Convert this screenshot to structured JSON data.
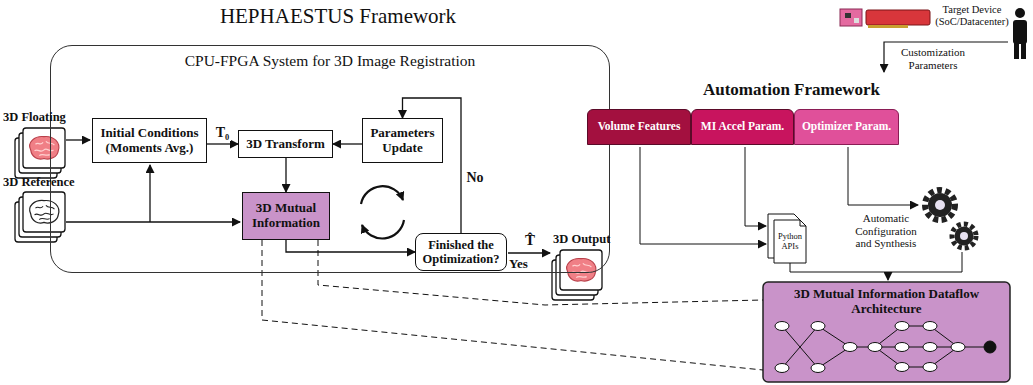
{
  "diagram": {
    "title": "HEPHAESTUS Framework",
    "nodes": [
      {
        "text": [
          "CPU-FPGA System for 3D Image Registration"
        ]
      },
      {
        "text": [
          "Initial Conditions (Moments Avg.)"
        ],
        "in": 0
      },
      {
        "text": [
          "3D Transform"
        ],
        "in": 0
      },
      {
        "text": [
          "Parameters Update"
        ],
        "in": 0
      },
      {
        "text": [
          "3D Mutual Information"
        ],
        "in": 0
      },
      {
        "text": [
          "Finished the Optimization?"
        ],
        "in": 0
      },
      {
        "text": [
          "Automation Framework"
        ]
      },
      {
        "text": [
          "Volume Features"
        ],
        "in": 6
      },
      {
        "text": [
          "MI Accel Param."
        ],
        "in": 6
      },
      {
        "text": [
          "Optimizer Param."
        ],
        "in": 6
      },
      {
        "text": [
          "3D Mutual Information Dataflow Architecture"
        ]
      }
    ],
    "edges": [
      {
        "from": 1,
        "to": 2,
        "arrow": "to",
        "label": "T₀"
      },
      {
        "from": 2,
        "to": 4,
        "arrow": "to"
      },
      {
        "from": 3,
        "to": 2,
        "arrow": "to"
      },
      {
        "from": 4,
        "to": 5,
        "arrow": "to"
      },
      {
        "from": 5,
        "to": 3,
        "arrow": "to",
        "label": "No"
      },
      {
        "from": 4,
        "to": 10,
        "arrow": "none"
      },
      {
        "from": 4,
        "to": 10,
        "arrow": "none"
      }
    ],
    "labels": [
      "3D Floating",
      "3D Reference",
      "3D Output",
      "Yes",
      "T̂",
      "Target Device (SoC/Datacenter)",
      "Customization Parameters",
      "Python APIs",
      "Automatic Configuration and Synthesis"
    ]
  }
}
